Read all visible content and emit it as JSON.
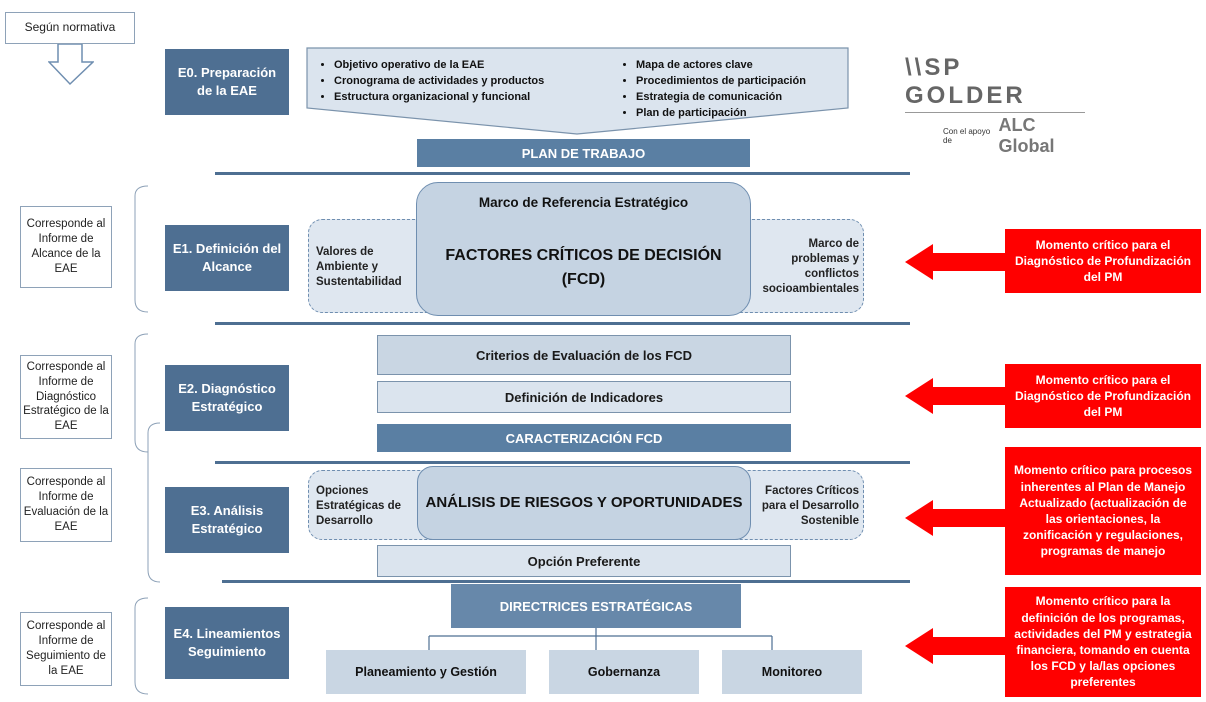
{
  "normativa_label": "Según normativa",
  "logo": {
    "brand": "\\\\SP GOLDER",
    "support_prefix": "Con el apoyo de",
    "support_name": "ALC Global"
  },
  "stages": {
    "e0": "E0. Preparación de la EAE",
    "e1": "E1. Definición del Alcance",
    "e2": "E2. Diagnóstico Estratégico",
    "e3": "E3. Análisis Estratégico",
    "e4": "E4. Lineamientos Seguimiento"
  },
  "reports": {
    "e1": "Corresponde al Informe de Alcance de la EAE",
    "e2": "Corresponde al Informe de Diagnóstico Estratégico de la EAE",
    "e3": "Corresponde al Informe de Evaluación de la EAE",
    "e4": "Corresponde al Informe de Seguimiento de la EAE"
  },
  "e0_bullets_left": [
    "Objetivo operativo de la EAE",
    "Cronograma de actividades y productos",
    "Estructura organizacional y funcional"
  ],
  "e0_bullets_right": [
    "Mapa de actores clave",
    "Procedimientos de participación",
    "Estrategia de comunicación",
    "Plan de participación"
  ],
  "plan_trabajo": "PLAN DE TRABAJO",
  "e1": {
    "marco_ref": "Marco de Referencia Estratégico",
    "fcd_line1": "FACTORES CRÍTICOS DE DECISIÓN",
    "fcd_line2": "(FCD)",
    "left": "Valores de Ambiente y Sustentabilidad",
    "right": "Marco de problemas y conflictos socioambientales"
  },
  "e2": {
    "criterios": "Criterios de Evaluación de los FCD",
    "indicadores": "Definición de Indicadores",
    "caracterizacion": "CARACTERIZACIÓN FCD"
  },
  "e3": {
    "analisis": "ANÁLISIS DE RIESGOS Y OPORTUNIDADES",
    "left": "Opciones Estratégicas de Desarrollo",
    "right": "Factores Críticos para el Desarrollo Sostenible",
    "opcion": "Opción Preferente"
  },
  "e4": {
    "directrices": "DIRECTRICES ESTRATÉGICAS",
    "planeamiento": "Planeamiento y Gestión",
    "gobernanza": "Gobernanza",
    "monitoreo": "Monitoreo"
  },
  "critical": {
    "c1": "Momento crítico para el Diagnóstico de Profundización del PM",
    "c2": "Momento crítico para el Diagnóstico de Profundización del PM",
    "c3": "Momento crítico para procesos inherentes al Plan de Manejo Actualizado (actualización de las orientaciones, la zonificación y regulaciones, programas de manejo",
    "c4": "Momento crítico para la definición de los programas, actividades del PM y estrategia financiera, tomando en cuenta los FCD y la/las opciones preferentes"
  },
  "colors": {
    "stage": "#4e6f92",
    "critical": "#ff0000",
    "light_box": "#c9d6e3"
  }
}
